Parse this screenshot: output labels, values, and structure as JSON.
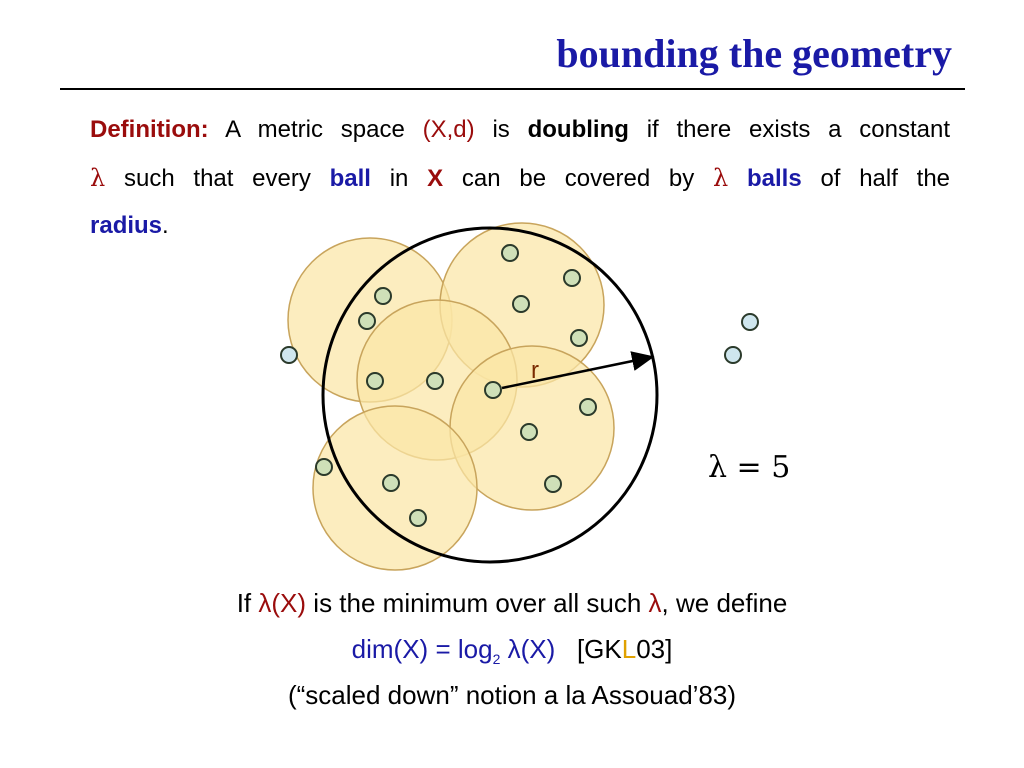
{
  "title": "bounding the geometry",
  "definition": {
    "label": "Definition:",
    "t1": "A metric space",
    "space": "(X,d)",
    "t2": "is",
    "doubling": "doubling",
    "t3": "if there exists a constant",
    "lambda": "λ",
    "t4": "such that every",
    "ball": "ball",
    "t5": "in",
    "x": "X",
    "t6": "can be covered by",
    "balls": "balls",
    "t7": "of half the",
    "radius": "radius",
    "period": "."
  },
  "figure": {
    "radius_label": "r",
    "lambda_value": "λ = 5",
    "colors": {
      "small_ball_fill": "#fbe6a6",
      "small_ball_stroke": "#c8a45c",
      "point_fill": "#cfe0b8",
      "outlier_fill": "#cfe6ee",
      "point_stroke": "#2b3a2b"
    }
  },
  "footer": {
    "line1_a": "If",
    "line1_lam": "λ(X)",
    "line1_b": "is the minimum over all such",
    "line1_lam2": "λ",
    "line1_c": ", we define",
    "dim": "dim(X)",
    "eq": "=",
    "log": "log",
    "log_sub": "2",
    "lamx": "λ(X)",
    "cite_open": "[GK",
    "cite_l": "L",
    "cite_close": "03]",
    "line3": "(“scaled down” notion a la Assouad’83)"
  }
}
